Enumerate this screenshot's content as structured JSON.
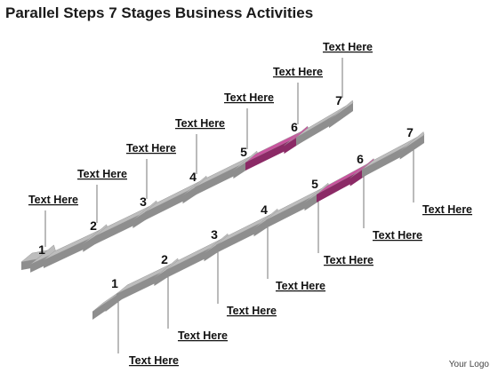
{
  "title": "Parallel Steps 7 Stages Business Activities",
  "logo_text": "Your Logo",
  "colors": {
    "arrow_top": "#bdbdbd",
    "arrow_front": "#8e8e8e",
    "highlight_top": "#c9549e",
    "highlight_front": "#8b2a66"
  },
  "rows": [
    {
      "name": "upper",
      "highlight_step": 6,
      "steps": [
        {
          "number": "1",
          "label": "Text Here"
        },
        {
          "number": "2",
          "label": "Text Here"
        },
        {
          "number": "3",
          "label": "Text Here"
        },
        {
          "number": "4",
          "label": "Text Here"
        },
        {
          "number": "5",
          "label": "Text Here"
        },
        {
          "number": "6",
          "label": "Text Here"
        },
        {
          "number": "7",
          "label": "Text Here"
        }
      ]
    },
    {
      "name": "lower",
      "highlight_step": 6,
      "steps": [
        {
          "number": "1",
          "label": "Text Here"
        },
        {
          "number": "2",
          "label": "Text Here"
        },
        {
          "number": "3",
          "label": "Text Here"
        },
        {
          "number": "4",
          "label": "Text Here"
        },
        {
          "number": "5",
          "label": "Text Here"
        },
        {
          "number": "6",
          "label": "Text Here"
        },
        {
          "number": "7",
          "label": "Text Here"
        }
      ]
    }
  ]
}
